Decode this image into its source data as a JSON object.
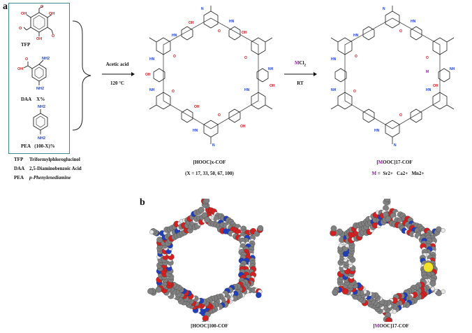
{
  "panels": {
    "a": "a",
    "b": "b"
  },
  "monomers": {
    "tfp": {
      "name": "TFP"
    },
    "daa": {
      "name": "DAA",
      "amount": "X%"
    },
    "pea": {
      "name": "PEA",
      "amount": "(100-X)%"
    }
  },
  "abbreviations": [
    {
      "abbr": "TFP",
      "full": "Triformylphloroglucinol"
    },
    {
      "abbr": "DAA",
      "full": "2,5-Diaminobenzoic Acid"
    },
    {
      "abbr": "PEA",
      "full": "p-Phenylenediamine"
    }
  ],
  "step1": {
    "reagent": "Acetic acid",
    "temperature": "120 °C"
  },
  "step2": {
    "reagent_prefix": "M",
    "reagent_suffix": "Cl",
    "reagent_sub": "2",
    "condition": "RT"
  },
  "product1": {
    "name": "[HOOC]x-COF",
    "range": "(X = 17, 33, 50, 67, 100)"
  },
  "product2": {
    "name_prefix": "[",
    "name_metal": "M",
    "name_suffix": "OOC]17-COF"
  },
  "metal_list": {
    "label": "M",
    "eq": "=",
    "ions": [
      "Sr2+",
      "Ca2+",
      "Mn2+"
    ]
  },
  "captions_b": {
    "left": "[HOOC]100-COF",
    "right_prefix": "[",
    "right_metal": "M",
    "right_suffix": "OOC]17-COF"
  },
  "atom_labels": {
    "oh": "OH",
    "o": "O",
    "nh2": "NH2",
    "hn": "HN",
    "nh": "NH",
    "n": "N",
    "h": "H",
    "cooh": "OH"
  },
  "colors": {
    "box_border": "#3c8b91",
    "metal": "#8b1a9c",
    "oxygen": "#d42020",
    "nitrogen": "#1f3fbf",
    "carbon": "#808080",
    "hydrogen": "#e8e8e8",
    "metal_atom": "#f2e22a"
  }
}
